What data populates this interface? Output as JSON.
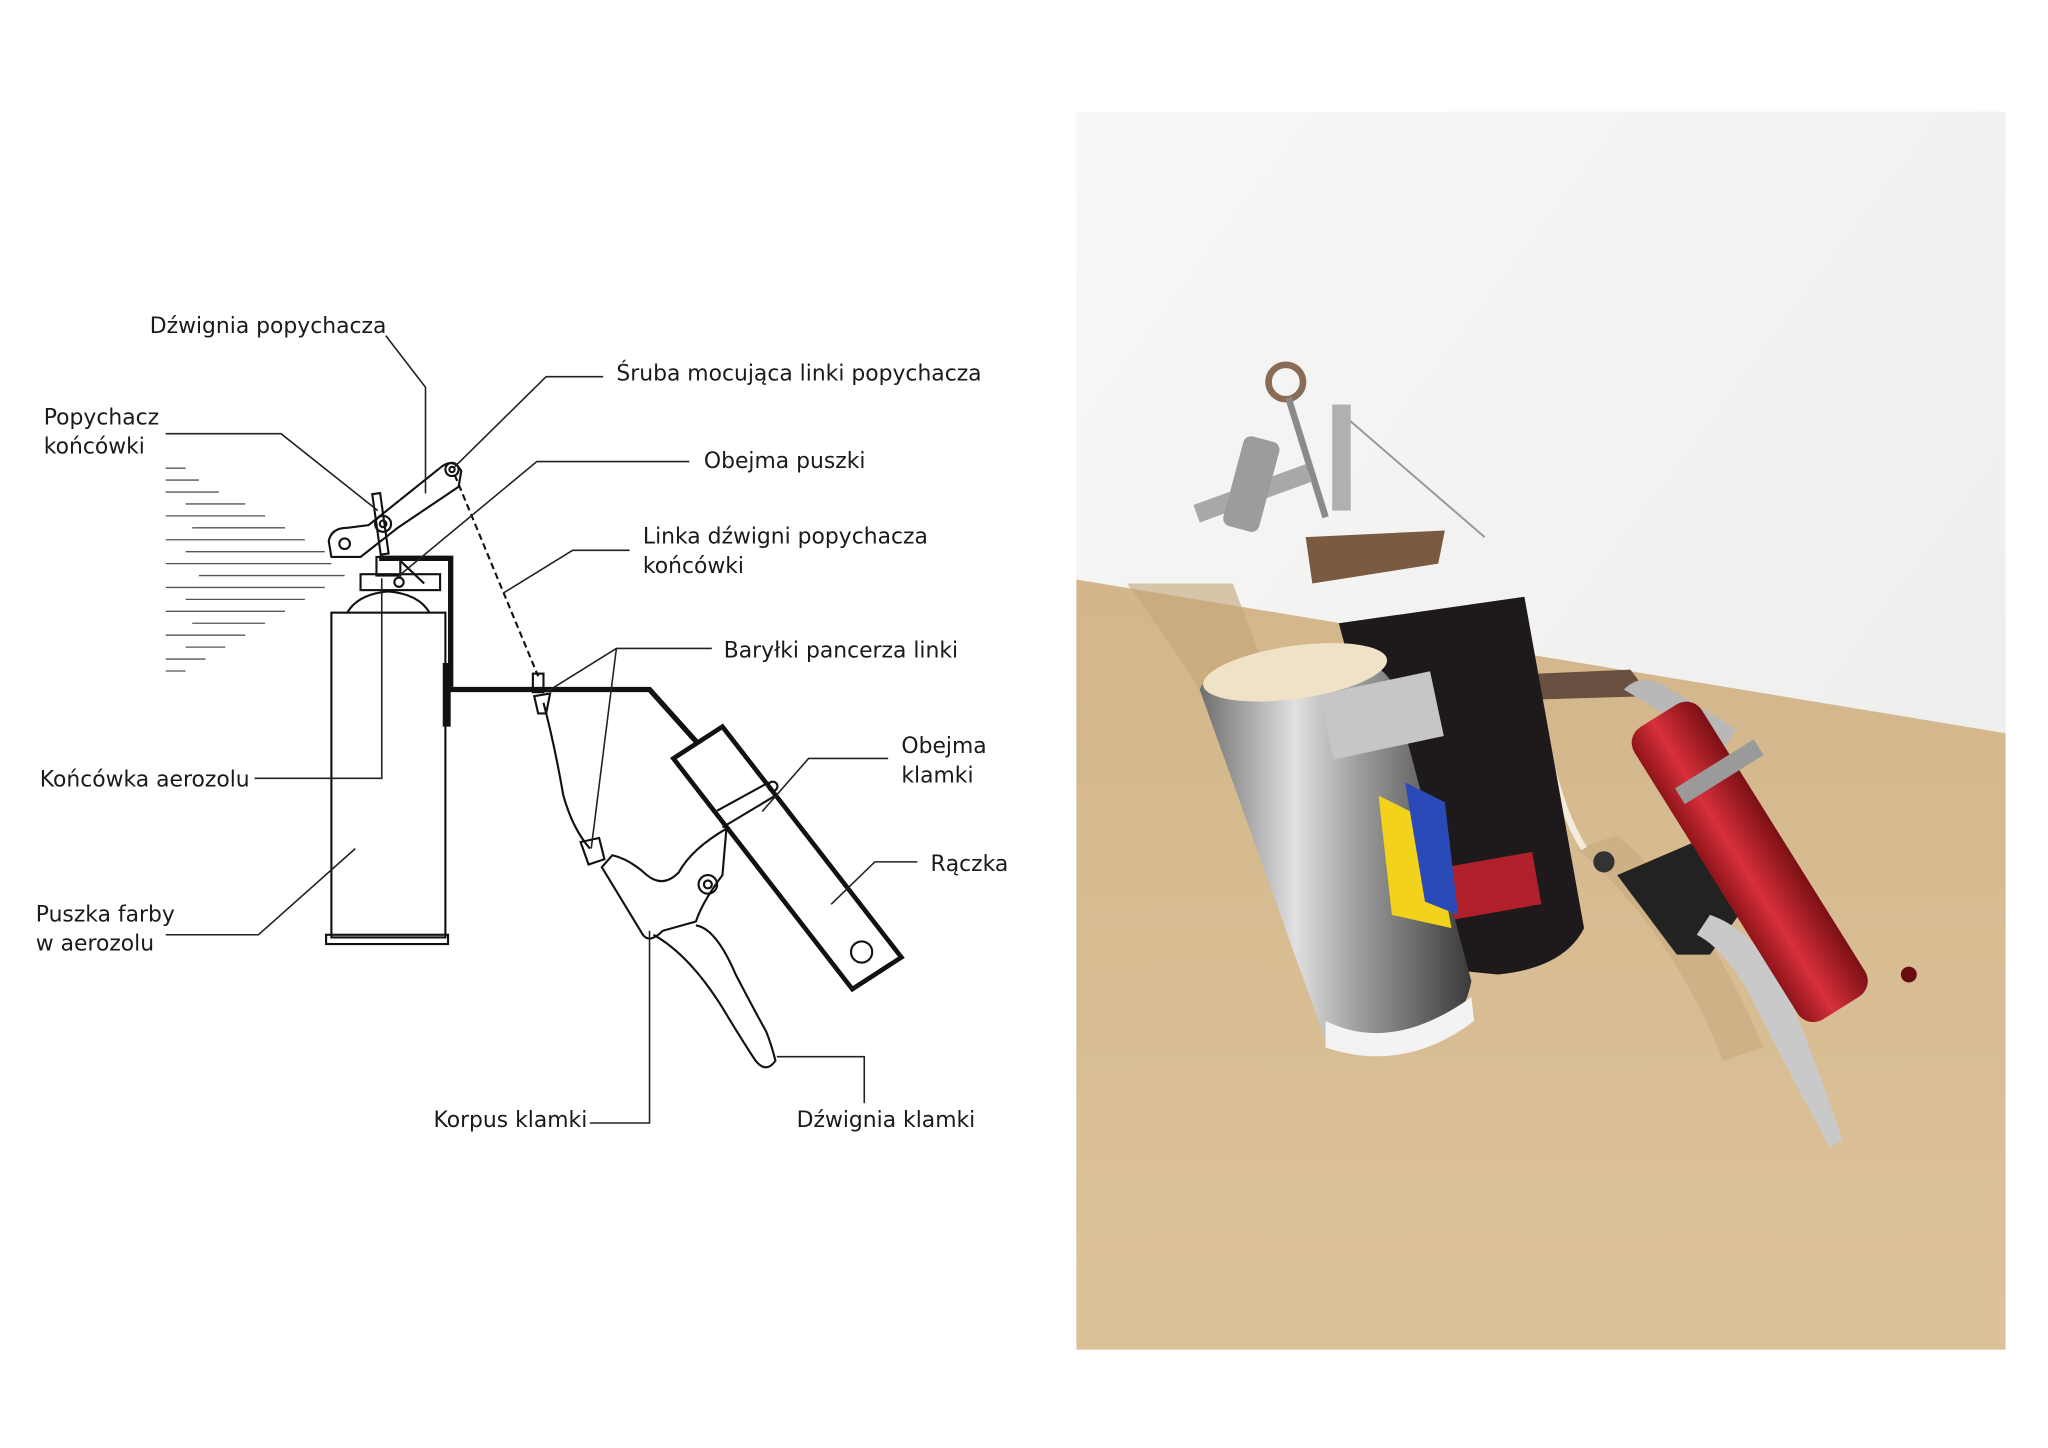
{
  "diagram": {
    "labels": {
      "pusher_lever": "Dźwignia popychacza",
      "cable_screw": "Śruba mocująca linki popychacza",
      "tip_pusher_1": "Popychacz",
      "tip_pusher_2": "końcówki",
      "can_clamp": "Obejma puszki",
      "cable_1": "Linka dźwigni popychacza",
      "cable_2": "końcówki",
      "barrels": "Baryłki pancerza linki",
      "lever_clamp_1": "Obejma",
      "lever_clamp_2": "klamki",
      "aerosol_tip": "Końcówka aerozolu",
      "handle": "Rączka",
      "can_1": "Puszka farby",
      "can_2": "w aerozolu",
      "lever_body": "Korpus klamki",
      "brake_lever": "Dźwignia klamki"
    }
  },
  "photo": {
    "wall_color": "#f4f4f2",
    "floor_color": "#d9bd93",
    "handle_color": "#c8202a"
  }
}
